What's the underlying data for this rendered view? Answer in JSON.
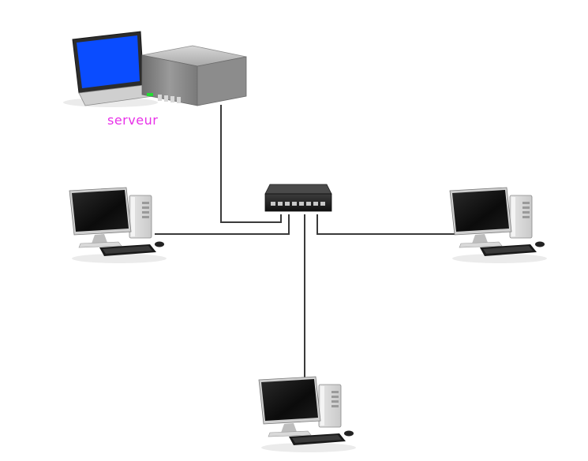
{
  "diagram": {
    "server_label": "serveur",
    "colors": {
      "label": "#e831e8",
      "cable": "#3a3a3a",
      "laptop_screen": "#0a4cff",
      "server_led": "#22dd33"
    },
    "nodes": [
      {
        "id": "server",
        "kind": "laptop-and-server-tower"
      },
      {
        "id": "switch",
        "kind": "network-switch"
      },
      {
        "id": "pc-left",
        "kind": "desktop-computer"
      },
      {
        "id": "pc-right",
        "kind": "desktop-computer"
      },
      {
        "id": "pc-bottom",
        "kind": "desktop-computer"
      }
    ],
    "links": [
      {
        "from": "server",
        "to": "switch"
      },
      {
        "from": "pc-left",
        "to": "switch"
      },
      {
        "from": "pc-right",
        "to": "switch"
      },
      {
        "from": "pc-bottom",
        "to": "switch"
      }
    ]
  }
}
